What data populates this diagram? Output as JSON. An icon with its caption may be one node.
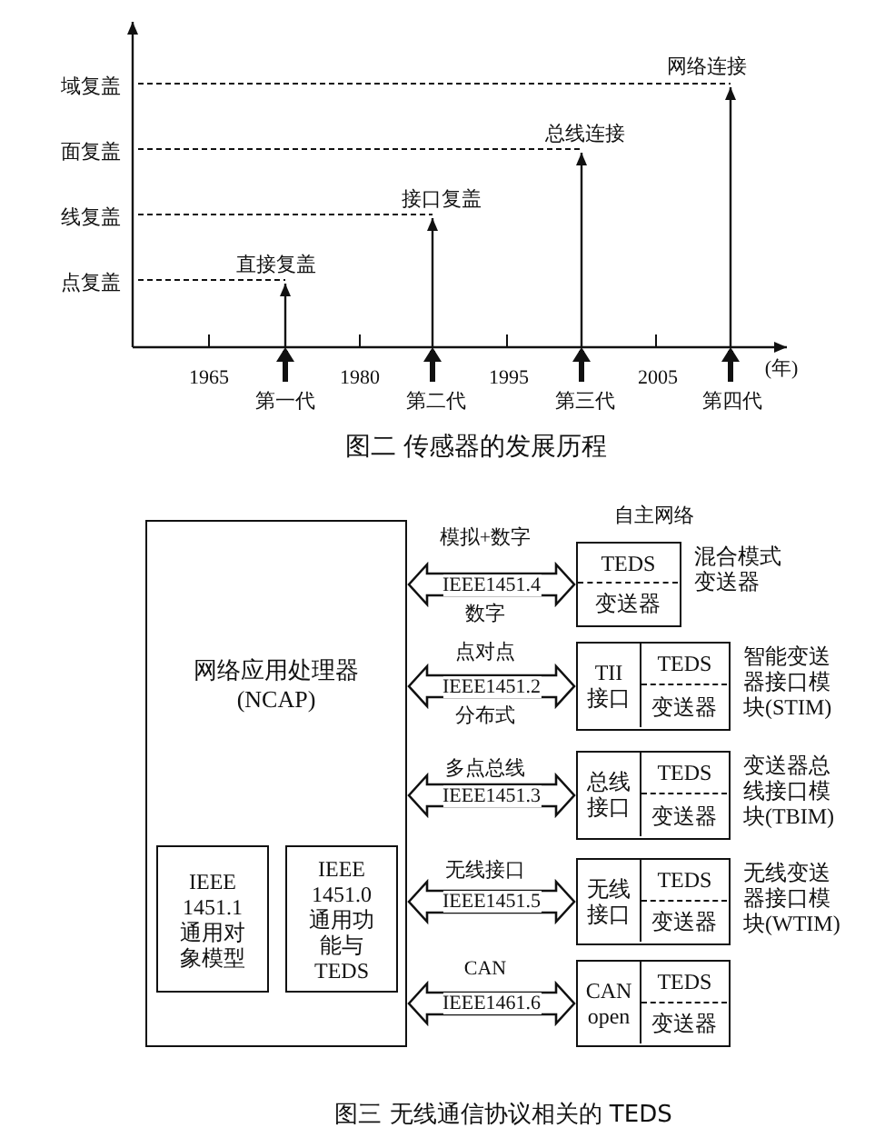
{
  "diagram": {
    "nodes": [
      {
        "text": [
          "网络应用处理器 (NCAP)"
        ]
      },
      {
        "text": [
          "IEEE 1451.1 通用对象模型"
        ],
        "in": 0
      },
      {
        "text": [
          "IEEE 1451.0 通用功能与TEDS"
        ],
        "in": 0
      },
      {
        "text": [],
        "shape": "box",
        "beside": [
          "混合模式变送器"
        ]
      },
      {
        "text": [
          "TEDS"
        ],
        "in": 3
      },
      {
        "text": [
          "变送器"
        ],
        "in": 3
      },
      {
        "text": [],
        "shape": "box",
        "beside": [
          "智能变送器接口模块(STIM)"
        ]
      },
      {
        "text": [
          "TII 接口"
        ],
        "in": 6
      },
      {
        "text": [
          "TEDS"
        ],
        "in": 6
      },
      {
        "text": [
          "变送器"
        ],
        "in": 6
      },
      {
        "text": [],
        "shape": "box",
        "beside": [
          "变送器总线接口模块(TBIM)"
        ]
      },
      {
        "text": [
          "总线接口"
        ],
        "in": 10
      },
      {
        "text": [
          "TEDS"
        ],
        "in": 10
      },
      {
        "text": [
          "变送器"
        ],
        "in": 10
      },
      {
        "text": [],
        "shape": "box",
        "beside": [
          "无线变送器接口模块(WTIM)"
        ]
      },
      {
        "text": [
          "无线接口"
        ],
        "in": 14
      },
      {
        "text": [
          "TEDS"
        ],
        "in": 14
      },
      {
        "text": [
          "变送器"
        ],
        "in": 14
      },
      {
        "text": [],
        "shape": "box"
      },
      {
        "text": [
          "CAN open"
        ],
        "in": 18
      },
      {
        "text": [
          "TEDS"
        ],
        "in": 18
      },
      {
        "text": [
          "变送器"
        ],
        "in": 18
      }
    ],
    "edges": [
      {
        "from": 0,
        "to": 3,
        "arrow": "both",
        "label": "IEEE1451.4"
      },
      {
        "from": 0,
        "to": 6,
        "arrow": "both",
        "label": "IEEE1451.2"
      },
      {
        "from": 0,
        "to": 10,
        "arrow": "both",
        "label": "IEEE1451.3"
      },
      {
        "from": 0,
        "to": 14,
        "arrow": "both",
        "label": "IEEE1451.5"
      },
      {
        "from": 0,
        "to": 18,
        "arrow": "both",
        "label": "IEEE1461.6"
      }
    ],
    "labels": [
      "网络连接",
      "域复盖",
      "总线连接",
      "面复盖",
      "接口复盖",
      "线复盖",
      "直接复盖",
      "点复盖",
      "1965",
      "1980",
      "1995",
      "2005",
      "(年)",
      "第一代",
      "第二代",
      "第三代",
      "第四代",
      "图二 传感器的发展历程",
      "自主网络",
      "模拟+数字",
      "数字",
      "点对点",
      "分布式",
      "多点总线",
      "无线接口",
      "CAN",
      "图三 无线通信协议相关的 TEDS"
    ]
  }
}
